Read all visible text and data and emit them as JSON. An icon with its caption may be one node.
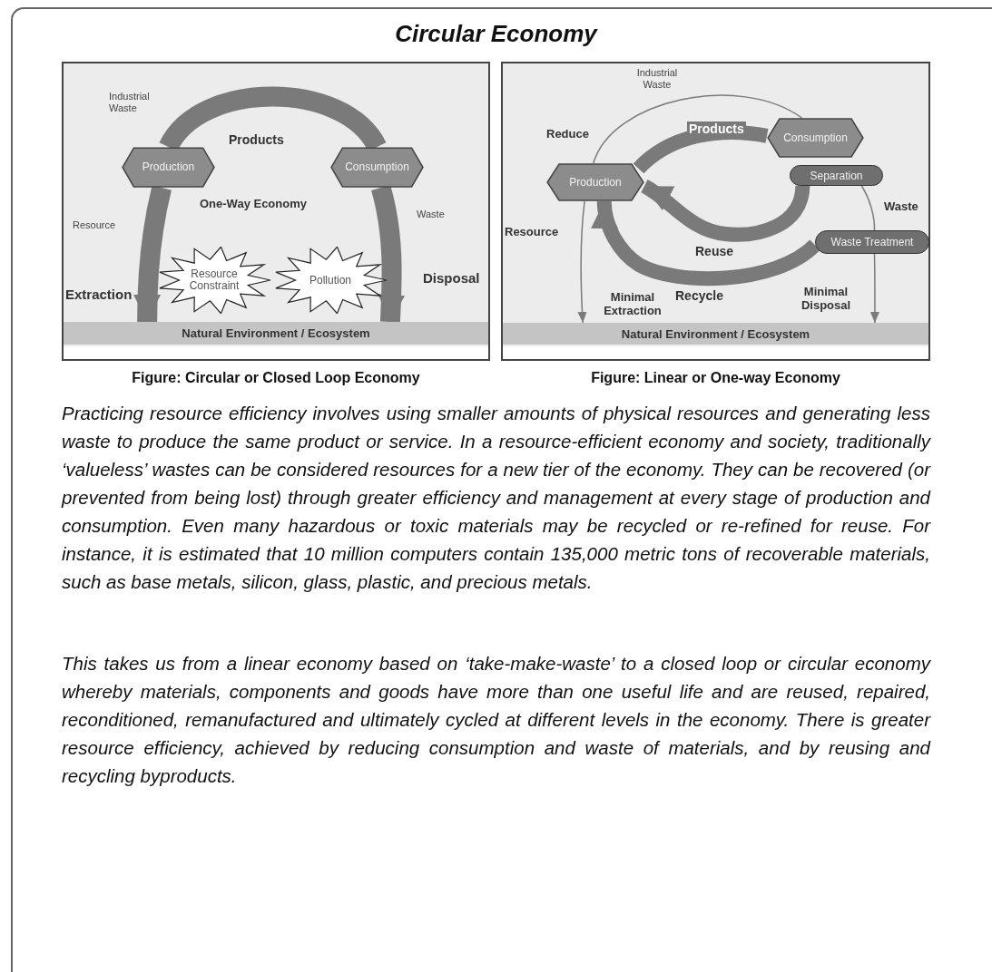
{
  "diagram": {
    "title": "Circular Economy",
    "nodes": [
      {
        "text": [
          "Figure: Circular or Closed Loop Economy"
        ]
      },
      {
        "text": [
          "Production"
        ],
        "in": 0
      },
      {
        "text": [
          "Consumption"
        ],
        "in": 0
      },
      {
        "text": [
          "Resource Constraint"
        ],
        "in": 0
      },
      {
        "text": [
          "Pollution"
        ],
        "in": 0
      },
      {
        "text": [
          "Natural Environment / Ecosystem"
        ],
        "in": 0
      },
      {
        "text": [
          "Figure: Linear or One-way Economy"
        ]
      },
      {
        "text": [
          "Production"
        ],
        "in": 6
      },
      {
        "text": [
          "Consumption"
        ],
        "in": 6
      },
      {
        "text": [
          "Separation"
        ],
        "in": 6
      },
      {
        "text": [
          "Waste Treatment"
        ],
        "in": 6
      },
      {
        "text": [
          "Natural Environment / Ecosystem"
        ],
        "in": 6
      }
    ],
    "edges": [
      {
        "from": 1,
        "to": 2,
        "arrow": "none",
        "label": "Products"
      },
      {
        "from": 1,
        "to": 5,
        "arrow": "to"
      },
      {
        "from": 2,
        "to": 5,
        "arrow": "to"
      },
      {
        "from": 7,
        "to": 8,
        "arrow": "none",
        "label": "Products"
      },
      {
        "from": 9,
        "to": 7,
        "arrow": "to",
        "label": "Reuse"
      },
      {
        "from": 10,
        "to": 7,
        "arrow": "to",
        "label": "Recycle"
      },
      {
        "from": 7,
        "to": 11,
        "arrow": "to"
      },
      {
        "from": 9,
        "to": 10,
        "arrow": "none"
      },
      {
        "from": 10,
        "to": 11,
        "arrow": "to"
      },
      {
        "from": 7,
        "to": 8,
        "arrow": "none"
      }
    ],
    "labels": [
      "Industrial Waste",
      "One-Way Economy",
      "Resource",
      "Waste",
      "Extraction",
      "Disposal",
      "Industrial Waste",
      "Reduce",
      "Resource",
      "Waste",
      "Minimal Extraction",
      "Minimal Disposal",
      "Practicing resource efficiency involves using smaller amounts of physical resources and generating less waste to produce the same product or service. In a resource-efficient economy and society, traditionally ‘valueless’ wastes can be considered resources for a new tier of the economy. They can be recovered (or prevented from being lost) through greater efficiency and management at every stage of production and consumption. Even many hazardous or toxic materials may be recycled or re-refined for reuse. For instance, it is estimated that 10 million computers contain 135,000 metric tons of recoverable materials, such as base metals, silicon, glass, plastic, and precious metals.",
      "This takes us from a linear economy based on ‘take-make-waste’ to a closed loop or circular economy whereby materials, components and goods have more than one useful life and are reused, repaired, reconditioned, remanufactured and ultimately cycled at different levels in the economy. There is greater resource efficiency, achieved by reducing consumption and waste of materials, and by reusing and recycling byproducts."
    ]
  }
}
